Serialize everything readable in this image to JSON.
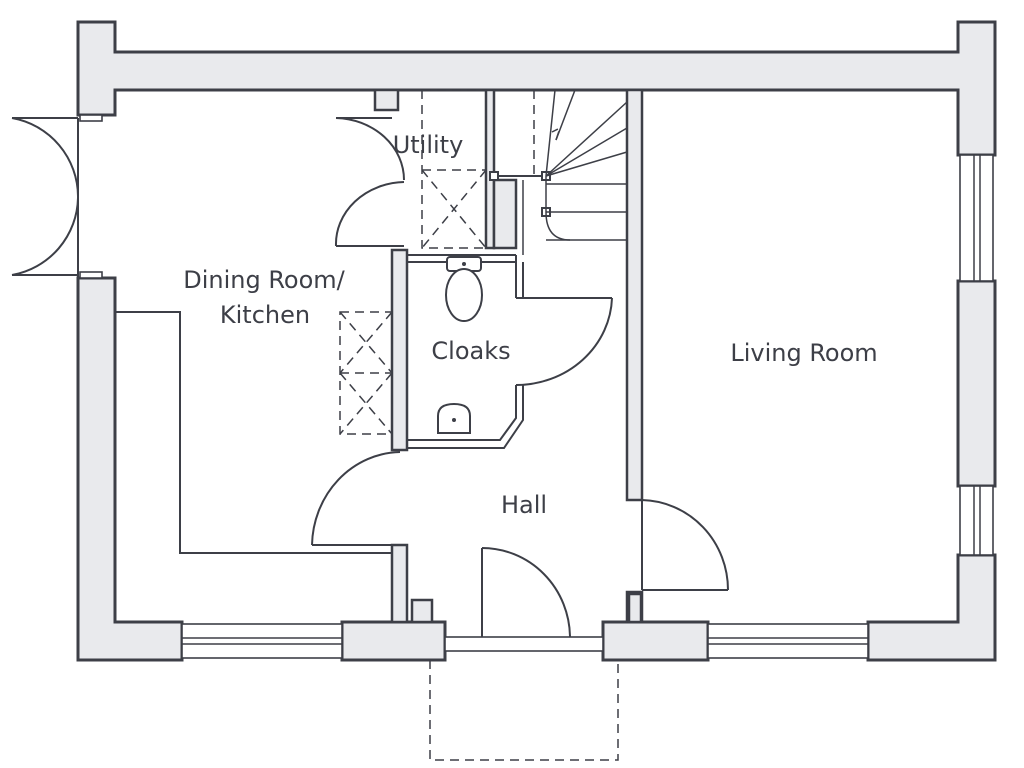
{
  "plan": {
    "rooms": {
      "utility": "Utility",
      "dining_line1": "Dining Room/",
      "dining_line2": "Kitchen",
      "cloaks": "Cloaks",
      "living": "Living Room",
      "hall": "Hall"
    }
  },
  "colors": {
    "wall_fill": "#e9eaed",
    "line": "#3d3f47",
    "background": "#ffffff"
  }
}
